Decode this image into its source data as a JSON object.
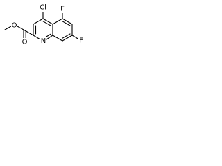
{
  "molecule": {
    "atoms": {
      "chlorine": "Cl",
      "fluorine_5": "F",
      "fluorine_7": "F",
      "ester_oxygen": "O",
      "carbonyl_oxygen": "O",
      "nitrogen": "N"
    }
  }
}
